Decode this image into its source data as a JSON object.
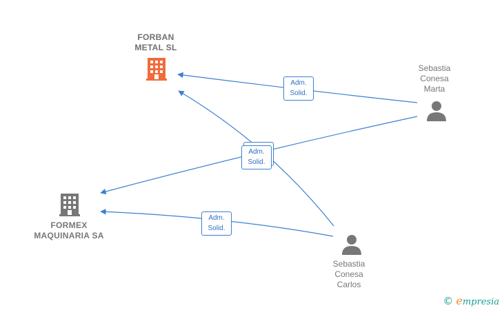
{
  "nodes": {
    "forban": {
      "name": "FORBAN\nMETAL  SL",
      "type": "company",
      "color": "#f26b3a",
      "icon": "building-icon"
    },
    "formex": {
      "name": "FORMEX\nMAQUINARIA SA",
      "type": "company",
      "color": "#777777",
      "icon": "building-icon"
    },
    "marta": {
      "name": "Sebastia\nConesa\nMarta",
      "type": "person",
      "color": "#777777",
      "icon": "person-icon"
    },
    "carlos": {
      "name": "Sebastia\nConesa\nCarlos",
      "type": "person",
      "color": "#777777",
      "icon": "person-icon"
    }
  },
  "edges": [
    {
      "from": "marta",
      "to": "forban",
      "label": "Adm.\nSolid."
    },
    {
      "from": "marta",
      "to": "formex",
      "label": "Adm.\nSolid."
    },
    {
      "from": "carlos",
      "to": "forban",
      "label": "Adm.\nSolid."
    },
    {
      "from": "carlos",
      "to": "formex",
      "label": "Adm.\nSolid."
    }
  ],
  "edge_color": "#3b7fd1",
  "watermark": {
    "copyright": "©",
    "brand_first": "e",
    "brand_rest": "mpresia"
  }
}
